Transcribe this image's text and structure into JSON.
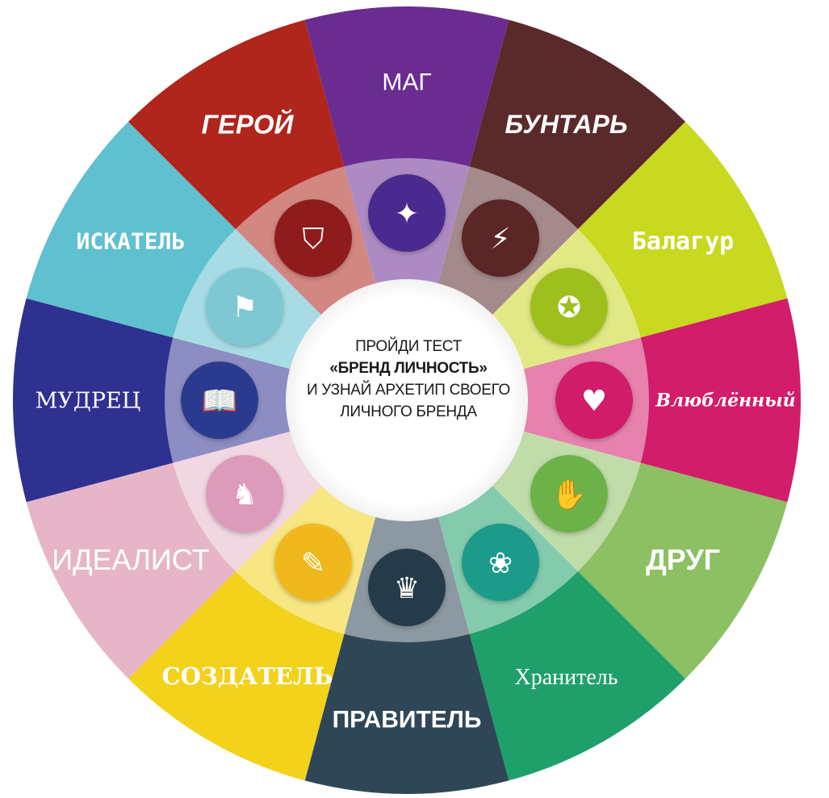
{
  "center": {
    "line1": "ПРОЙДИ ТЕСТ",
    "line2": "«БРЕНД ЛИЧНОСТЬ»",
    "line3": "И УЗНАЙ АРХЕТИП СВОЕГО",
    "line4": "ЛИЧНОГО БРЕНДА"
  },
  "segments": [
    {
      "label": "МАГ",
      "icon": "galaxy-icon",
      "color_outer": "#6a2c91",
      "color_icon": "#4b2c8f",
      "text_color": "#ffffff"
    },
    {
      "label": "БУНТАРЬ",
      "icon": "fist-lightning-icon",
      "color_outer": "#5a2a2a",
      "color_icon": "#5a2626",
      "text_color": "#ffffff"
    },
    {
      "label": "Балагур",
      "icon": "party-popper-icon",
      "color_outer": "#c9d820",
      "color_icon": "#9fbf1f",
      "text_color": "#ffffff"
    },
    {
      "label": "Влюблённый",
      "icon": "lips-heart-icon",
      "color_outer": "#d11d6a",
      "color_icon": "#d11d6a",
      "text_color": "#ffffff"
    },
    {
      "label": "ДРУГ",
      "icon": "handshake-icon",
      "color_outer": "#8cc063",
      "color_icon": "#6cb24a",
      "text_color": "#ffffff"
    },
    {
      "label": "Хранитель",
      "icon": "caring-hands-icon",
      "color_outer": "#1fa06a",
      "color_icon": "#1a9a8a",
      "text_color": "#ffffff"
    },
    {
      "label": "ПРАВИТЕЛЬ",
      "icon": "crown-icon",
      "color_outer": "#2f4656",
      "color_icon": "#263a48",
      "text_color": "#ffffff"
    },
    {
      "label": "СОЗДАТЕЛЬ",
      "icon": "drawing-tablet-icon",
      "color_outer": "#f3d21c",
      "color_icon": "#f0b81c",
      "text_color": "#ffffff"
    },
    {
      "label": "ИДЕАЛИСТ",
      "icon": "pegasus-icon",
      "color_outer": "#e6b6c8",
      "color_icon": "#dc9bbb",
      "text_color": "#ffffff"
    },
    {
      "label": "МУДРЕЦ",
      "icon": "book-icon",
      "color_outer": "#2f3191",
      "color_icon": "#2a3a8f",
      "text_color": "#ffffff"
    },
    {
      "label": "ИСКАТЕЛЬ",
      "icon": "road-pin-icon",
      "color_outer": "#5fc0cf",
      "color_icon": "#7ec8d4",
      "text_color": "#ffffff"
    },
    {
      "label": "ГЕРОЙ",
      "icon": "spartan-helmet-icon",
      "color_outer": "#b0251c",
      "color_icon": "#8f1c1c",
      "text_color": "#ffffff"
    }
  ]
}
